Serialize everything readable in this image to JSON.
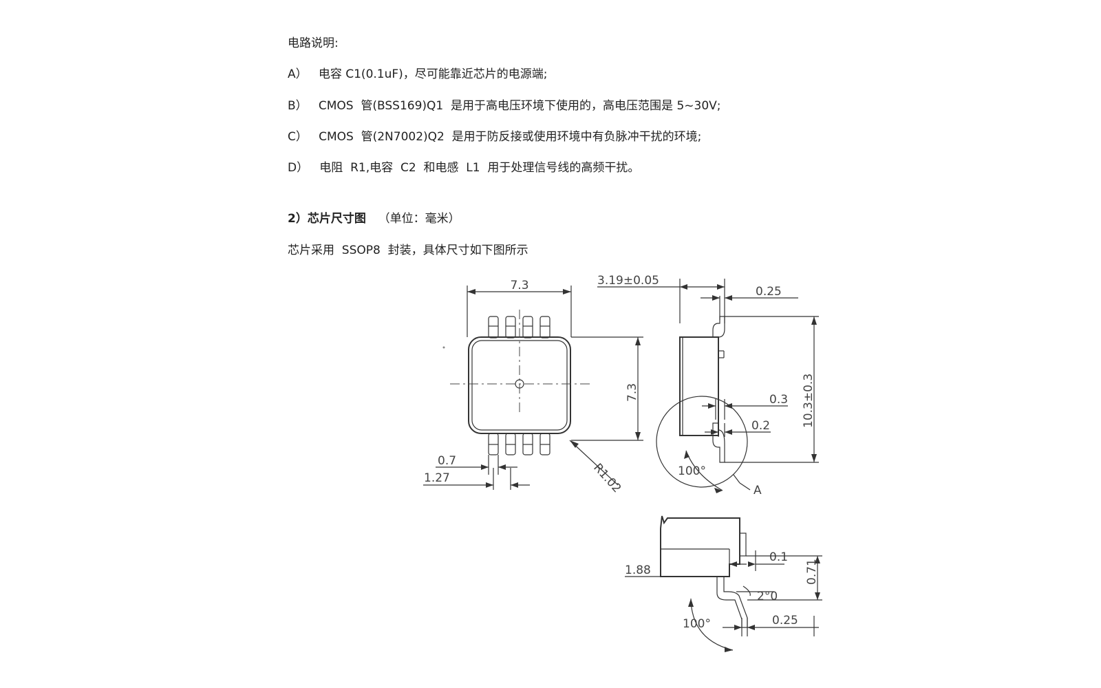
{
  "document": {
    "circuit_title": "电路说明:",
    "circuit_notes": [
      "A）   电容 C1(0.1uF)，尽可能靠近芯片的电源端;",
      "B）   CMOS  管(BSS169)Q1  是用于高电压环境下使用的，高电压范围是 5~30V;",
      "C）   CMOS  管(2N7002)Q2  是用于防反接或使用环境中有负脉冲干扰的环境;",
      "D）   电阻  R1,电容  C2  和电感  L1  用于处理信号线的高频干扰。"
    ],
    "section_heading": "2）芯片尺寸图",
    "section_unit": "（单位：毫米）",
    "package_text": "芯片采用  SSOP8  封装，具体尺寸如下图所示"
  },
  "drawing": {
    "top_width": "7.3",
    "right_height": "7.3",
    "pin_width": "0.7",
    "pin_pitch": "1.27",
    "corner_radius": "R1.02",
    "package_height": "3.19±0.05",
    "lead_thickness": "0.25",
    "total_length": "10.3±0.3",
    "standoff_upper": "0.3",
    "standoff_lower": "0.2",
    "angle_side": "100°",
    "detail_label": "A",
    "detail_offset": "0.1",
    "detail_height": "0.71",
    "detail_body": "1.88",
    "detail_angle": "2°0",
    "detail_angle_bottom": "100°",
    "detail_lead": "0.25"
  }
}
